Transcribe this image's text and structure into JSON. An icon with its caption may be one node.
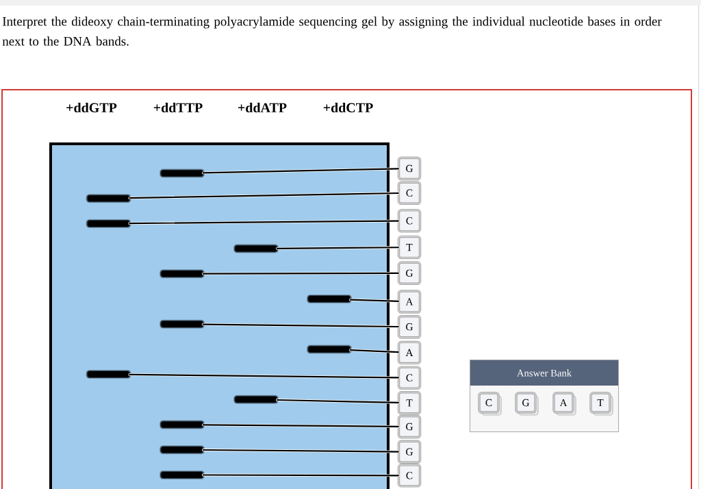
{
  "diagram": {
    "nodes": [
      {
        "text": [],
        "shape": "bar"
      },
      {
        "text": [
          "G"
        ]
      },
      {
        "text": [],
        "shape": "bar"
      },
      {
        "text": [
          "C"
        ]
      },
      {
        "text": [],
        "shape": "bar"
      },
      {
        "text": [
          "C"
        ]
      },
      {
        "text": [],
        "shape": "bar"
      },
      {
        "text": [
          "T"
        ]
      },
      {
        "text": [],
        "shape": "bar"
      },
      {
        "text": [
          "G"
        ]
      },
      {
        "text": [],
        "shape": "bar"
      },
      {
        "text": [
          "A"
        ]
      },
      {
        "text": [],
        "shape": "bar"
      },
      {
        "text": [
          "G"
        ]
      },
      {
        "text": [],
        "shape": "bar"
      },
      {
        "text": [
          "A"
        ]
      },
      {
        "text": [],
        "shape": "bar"
      },
      {
        "text": [
          "C"
        ]
      },
      {
        "text": [],
        "shape": "bar"
      },
      {
        "text": [
          "T"
        ]
      },
      {
        "text": [],
        "shape": "bar"
      },
      {
        "text": [
          "G"
        ]
      },
      {
        "text": [],
        "shape": "bar"
      },
      {
        "text": [
          "G"
        ]
      },
      {
        "text": [],
        "shape": "bar"
      },
      {
        "text": [
          "C"
        ]
      },
      {
        "text": [
          "Answer Bank"
        ]
      },
      {
        "text": [
          "C"
        ],
        "in": 26
      },
      {
        "text": [
          "G"
        ],
        "in": 26
      },
      {
        "text": [
          "A"
        ],
        "in": 26
      },
      {
        "text": [
          "T"
        ],
        "in": 26
      }
    ],
    "edges": [
      {
        "from": 1,
        "to": 0,
        "arrow": "none"
      },
      {
        "from": 3,
        "to": 2,
        "arrow": "none"
      },
      {
        "from": 5,
        "to": 4,
        "arrow": "none"
      },
      {
        "from": 7,
        "to": 6,
        "arrow": "none"
      },
      {
        "from": 9,
        "to": 8,
        "arrow": "none"
      },
      {
        "from": 11,
        "to": 10,
        "arrow": "none"
      },
      {
        "from": 13,
        "to": 12,
        "arrow": "none"
      },
      {
        "from": 15,
        "to": 14,
        "arrow": "none"
      },
      {
        "from": 17,
        "to": 16,
        "arrow": "none"
      },
      {
        "from": 19,
        "to": 18,
        "arrow": "none"
      },
      {
        "from": 21,
        "to": 20,
        "arrow": "none"
      },
      {
        "from": 23,
        "to": 22,
        "arrow": "none"
      },
      {
        "from": 25,
        "to": 24,
        "arrow": "none"
      }
    ],
    "labels": [
      "Interpret the dideoxy chain-terminating polyacrylamide sequencing gel by assigning the individual nucleotide bases in order next to the DNA bands.",
      "+ddGTP",
      "+ddTTP",
      "+ddATP",
      "+ddCTP"
    ]
  }
}
